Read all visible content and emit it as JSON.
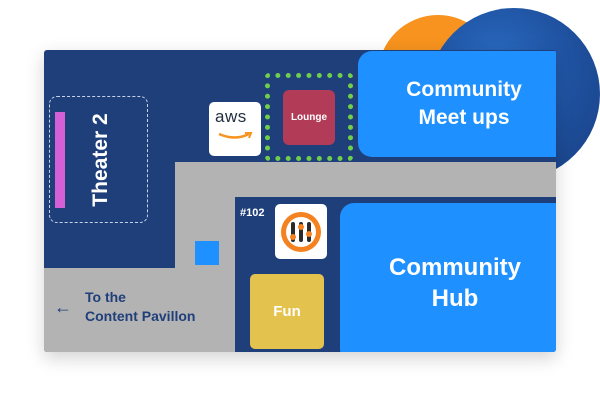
{
  "decor": {
    "orange": "#f7931e",
    "blue": "#1e4f9c"
  },
  "map": {
    "background_color": "#1f3f7a",
    "corridor_color": "#b3b3b3",
    "rooms": {
      "theater": {
        "label": "Theater 2",
        "accent_color": "#d45fd6"
      },
      "lounge": {
        "label": "Lounge",
        "color": "#b23b57",
        "hedge_color": "#6fcf4a"
      },
      "community_meetups": {
        "label_line1": "Community",
        "label_line2": "Meet ups",
        "color": "#1e90ff"
      },
      "community_hub": {
        "label_line1": "Community",
        "label_line2": "Hub",
        "color": "#1e90ff"
      },
      "fun": {
        "label": "Fun",
        "color": "#e3c24e"
      }
    },
    "booths": {
      "aws": {
        "logo_text": "aws",
        "icon": "aws-logo"
      },
      "booth_102": {
        "number": "#102",
        "icon": "orange-sliders-logo"
      }
    },
    "directions": {
      "arrow": "←",
      "line1": "To the",
      "line2": "Content Pavillon"
    }
  }
}
